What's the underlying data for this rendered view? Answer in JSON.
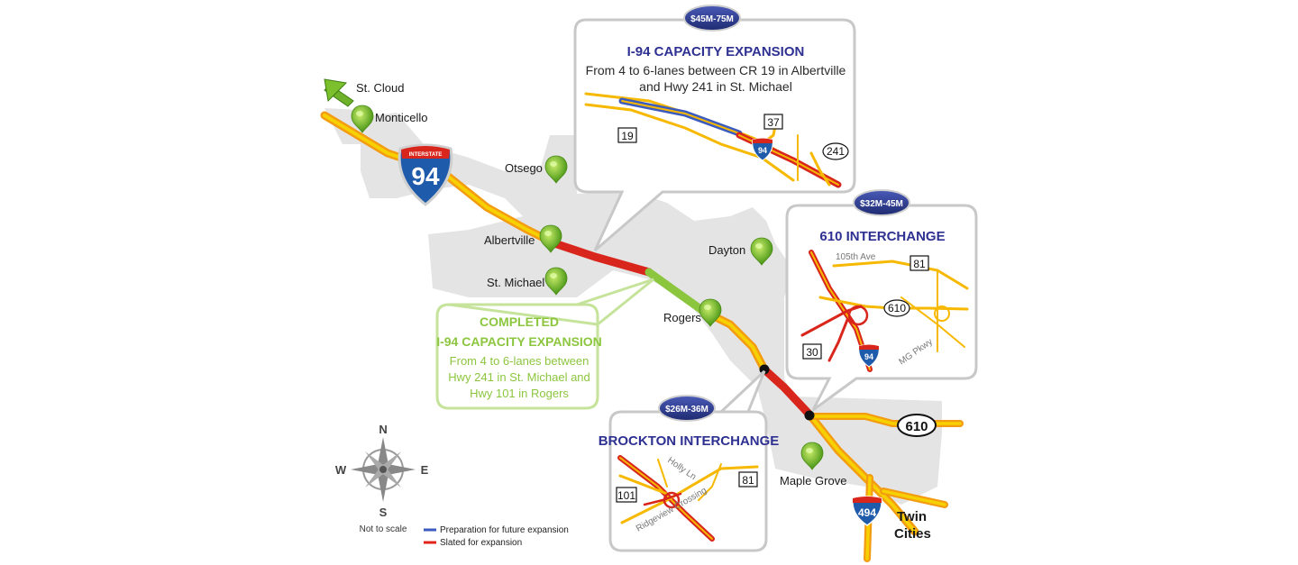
{
  "cities": {
    "st_cloud": "St. Cloud",
    "monticello": "Monticello",
    "otsego": "Otsego",
    "albertville": "Albertville",
    "st_michael": "St. Michael",
    "dayton": "Dayton",
    "rogers": "Rogers",
    "maple_grove": "Maple Grove",
    "twin_cities_line1": "Twin",
    "twin_cities_line2": "Cities"
  },
  "interstate_shield": {
    "label": "INTERSTATE",
    "number": "94"
  },
  "capacity_box": {
    "cost": "$45M-75M",
    "title": "I-94 CAPACITY EXPANSION",
    "line1": "From 4 to 6-lanes between CR 19 in Albertville",
    "line2": "and Hwy 241 in St. Michael",
    "shields": [
      "19",
      "37",
      "94",
      "241"
    ]
  },
  "interchange_610_box": {
    "cost": "$32M-45M",
    "title": "610 INTERCHANGE",
    "street_105th": "105th Ave",
    "street_mg": "MG Pkwy",
    "shields": [
      "81",
      "610",
      "30",
      "94"
    ]
  },
  "brockton_box": {
    "cost": "$26M-36M",
    "title": "BROCKTON INTERCHANGE",
    "street_holly": "Holly Ln",
    "street_ridge": "Ridgeview Crossing",
    "shields": [
      "101",
      "81"
    ]
  },
  "completed_box": {
    "title_line1": "COMPLETED",
    "title_line2": "I-94 CAPACITY EXPANSION",
    "line1": "From 4 to 6-lanes between",
    "line2": "Hwy 241 in St. Michael and",
    "line3": "Hwy 101 in Rogers"
  },
  "main_shields": {
    "hwy610": "610",
    "i494": "494"
  },
  "compass": {
    "n": "N",
    "s": "S",
    "e": "E",
    "w": "W",
    "note": "Not to scale"
  },
  "legend": {
    "items": [
      {
        "label": "Preparation for future expansion",
        "color": "#3b5bbf"
      },
      {
        "label": "Slated for expansion",
        "color": "#e2231a"
      }
    ]
  },
  "colors": {
    "road_yellow": "#f7b800",
    "road_orange": "#f39c12",
    "expansion_red": "#d9261c",
    "completed_green": "#8cc63f",
    "future_blue": "#3b5bbf",
    "box_title_blue": "#2e3192",
    "pill_blue": "#2d3a8c",
    "city_area_gray": "#e4e4e4"
  },
  "icons": [
    "map-pin-icon",
    "north-arrow-icon",
    "compass-rose-icon"
  ]
}
